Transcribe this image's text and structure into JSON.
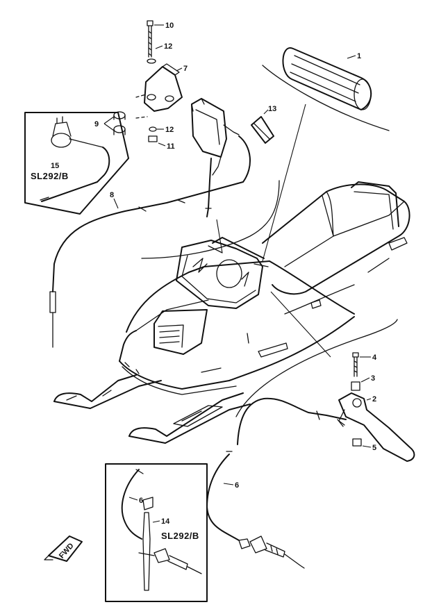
{
  "callouts": {
    "c1": "1",
    "c2": "2",
    "c3": "3",
    "c4": "4",
    "c5": "5",
    "c6a": "6",
    "c6b": "6",
    "c7": "7",
    "c8": "8",
    "c9": "9",
    "c10": "10",
    "c11": "11",
    "c12a": "12",
    "c12b": "12",
    "c13": "13",
    "c14": "14",
    "c15": "15"
  },
  "model_codes": {
    "inset_top": "SL292/B",
    "inset_bottom": "SL292/B"
  },
  "front_marker": "FWD",
  "colors": {
    "ink": "#111111",
    "paper": "#ffffff"
  }
}
